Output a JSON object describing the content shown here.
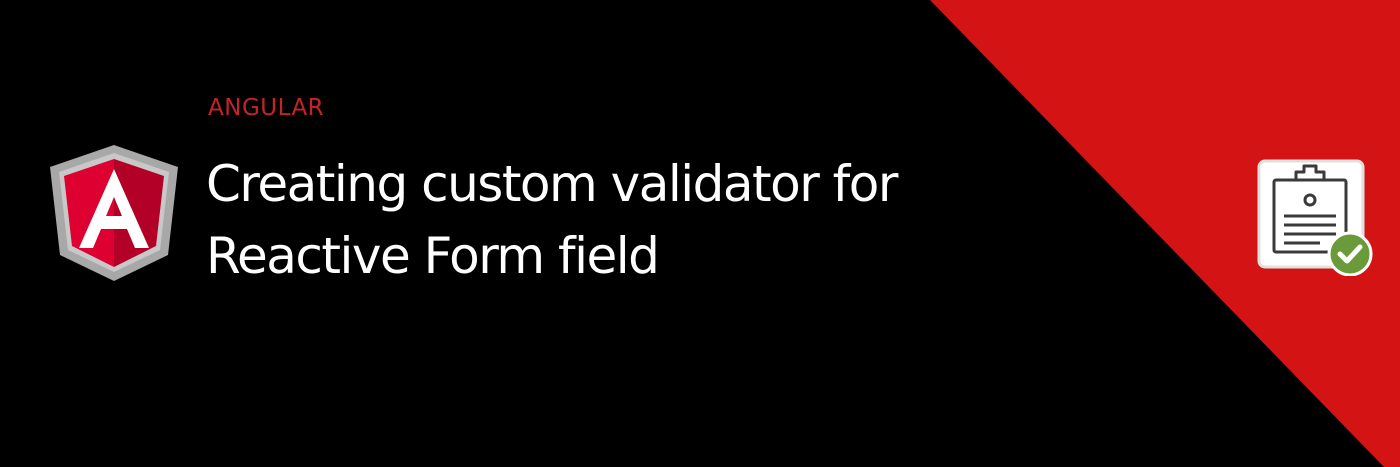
{
  "colors": {
    "background": "#000000",
    "accent_red": "#d41414",
    "category_text": "#c42428",
    "title_text": "#ffffff",
    "logo_shield_dark": "#b3b3b3",
    "logo_red_left": "#dd0031",
    "logo_red_right": "#b30026",
    "check_green": "#6a9a3a"
  },
  "logo": {
    "icon": "angular-shield-icon",
    "letter": "A"
  },
  "header": {
    "category": "ANGULAR",
    "title_line_1": "Creating custom validator for",
    "title_line_2": "Reactive Form field"
  },
  "illustration": {
    "icon": "clipboard-form-check-icon"
  }
}
